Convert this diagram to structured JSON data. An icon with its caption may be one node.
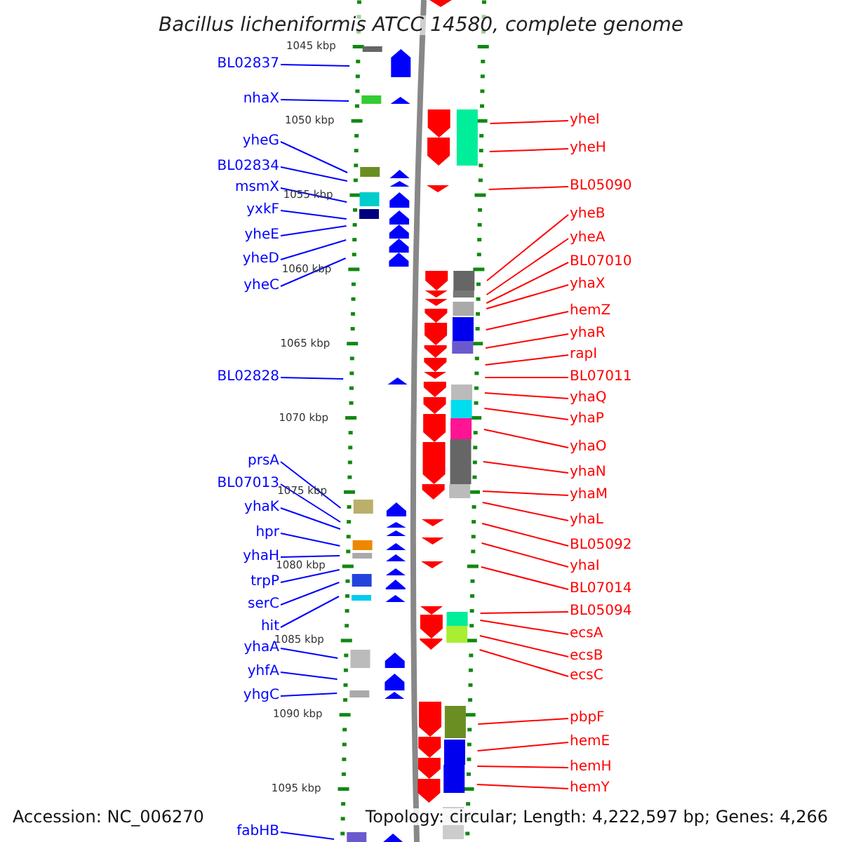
{
  "diagram": {
    "title": "Bacillus licheniformis ATCC 14580, complete genome",
    "nodes": [
      {
        "text": [
          "BL02837"
        ]
      },
      {
        "text": [
          "nhaX"
        ]
      },
      {
        "text": [
          "yheG"
        ]
      },
      {
        "text": [
          "BL02834"
        ]
      },
      {
        "text": [
          "msmX"
        ]
      },
      {
        "text": [
          "yxkF"
        ]
      },
      {
        "text": [
          "yheE"
        ]
      },
      {
        "text": [
          "yheD"
        ]
      },
      {
        "text": [
          "yheC"
        ]
      },
      {
        "text": [
          "BL02828"
        ]
      },
      {
        "text": [
          "prsA"
        ]
      },
      {
        "text": [
          "BL07013"
        ]
      },
      {
        "text": [
          "yhaK"
        ]
      },
      {
        "text": [
          "hpr"
        ]
      },
      {
        "text": [
          "yhaH"
        ]
      },
      {
        "text": [
          "trpP"
        ]
      },
      {
        "text": [
          "serC"
        ]
      },
      {
        "text": [
          "hit"
        ]
      },
      {
        "text": [
          "yhaA"
        ]
      },
      {
        "text": [
          "yhfA"
        ]
      },
      {
        "text": [
          "yhgC"
        ]
      },
      {
        "text": [
          "fabHB"
        ]
      },
      {
        "text": [
          "yheI"
        ]
      },
      {
        "text": [
          "yheH"
        ]
      },
      {
        "text": [
          "BL05090"
        ]
      },
      {
        "text": [
          "yheB"
        ]
      },
      {
        "text": [
          "yheA"
        ]
      },
      {
        "text": [
          "BL07010"
        ]
      },
      {
        "text": [
          "yhaX"
        ]
      },
      {
        "text": [
          "hemZ"
        ]
      },
      {
        "text": [
          "yhaR"
        ]
      },
      {
        "text": [
          "rapI"
        ]
      },
      {
        "text": [
          "BL07011"
        ]
      },
      {
        "text": [
          "yhaQ"
        ]
      },
      {
        "text": [
          "yhaP"
        ]
      },
      {
        "text": [
          "yhaO"
        ]
      },
      {
        "text": [
          "yhaN"
        ]
      },
      {
        "text": [
          "yhaM"
        ]
      },
      {
        "text": [
          "yhaL"
        ]
      },
      {
        "text": [
          "BL05092"
        ]
      },
      {
        "text": [
          "yhaI"
        ]
      },
      {
        "text": [
          "BL07014"
        ]
      },
      {
        "text": [
          "BL05094"
        ]
      },
      {
        "text": [
          "ecsA"
        ]
      },
      {
        "text": [
          "ecsB"
        ]
      },
      {
        "text": [
          "ecsC"
        ]
      },
      {
        "text": [
          "pbpF"
        ]
      },
      {
        "text": [
          "hemE"
        ]
      },
      {
        "text": [
          "hemH"
        ]
      },
      {
        "text": [
          "hemY"
        ]
      }
    ],
    "edges": [
      {
        "from": 0,
        "to": null,
        "arrow": "none",
        "color": "#0000ff"
      },
      {
        "from": 1,
        "to": null,
        "arrow": "none",
        "color": "#0000ff"
      },
      {
        "from": 2,
        "to": null,
        "arrow": "none",
        "color": "#0000ff"
      },
      {
        "from": 3,
        "to": null,
        "arrow": "none",
        "color": "#0000ff"
      },
      {
        "from": 4,
        "to": null,
        "arrow": "none",
        "color": "#0000ff"
      },
      {
        "from": 5,
        "to": null,
        "arrow": "none",
        "color": "#0000ff"
      },
      {
        "from": 6,
        "to": null,
        "arrow": "none",
        "color": "#0000ff"
      },
      {
        "from": 7,
        "to": null,
        "arrow": "none",
        "color": "#0000ff"
      },
      {
        "from": 8,
        "to": null,
        "arrow": "none",
        "color": "#0000ff"
      },
      {
        "from": 9,
        "to": null,
        "arrow": "none",
        "color": "#0000ff"
      },
      {
        "from": 10,
        "to": null,
        "arrow": "none",
        "color": "#0000ff"
      },
      {
        "from": 11,
        "to": null,
        "arrow": "none",
        "color": "#0000ff"
      },
      {
        "from": 12,
        "to": null,
        "arrow": "none",
        "color": "#0000ff"
      },
      {
        "from": 13,
        "to": null,
        "arrow": "none",
        "color": "#0000ff"
      },
      {
        "from": 14,
        "to": null,
        "arrow": "none",
        "color": "#0000ff"
      },
      {
        "from": 15,
        "to": null,
        "arrow": "none",
        "color": "#0000ff"
      },
      {
        "from": 16,
        "to": null,
        "arrow": "none",
        "color": "#0000ff"
      },
      {
        "from": 17,
        "to": null,
        "arrow": "none",
        "color": "#0000ff"
      },
      {
        "from": 18,
        "to": null,
        "arrow": "none",
        "color": "#0000ff"
      },
      {
        "from": 19,
        "to": null,
        "arrow": "none",
        "color": "#0000ff"
      },
      {
        "from": 20,
        "to": null,
        "arrow": "none",
        "color": "#0000ff"
      },
      {
        "from": 21,
        "to": null,
        "arrow": "none",
        "color": "#0000ff"
      },
      {
        "from": 22,
        "to": null,
        "arrow": "none"
      },
      {
        "from": 23,
        "to": null,
        "arrow": "none"
      },
      {
        "from": 24,
        "to": null,
        "arrow": "none"
      },
      {
        "from": 25,
        "to": null,
        "arrow": "none"
      },
      {
        "from": 26,
        "to": null,
        "arrow": "none"
      },
      {
        "from": 27,
        "to": null,
        "arrow": "none"
      },
      {
        "from": 28,
        "to": null,
        "arrow": "none"
      },
      {
        "from": 29,
        "to": null,
        "arrow": "none"
      },
      {
        "from": 30,
        "to": null,
        "arrow": "none"
      },
      {
        "from": 31,
        "to": null,
        "arrow": "none"
      },
      {
        "from": 32,
        "to": null,
        "arrow": "none"
      },
      {
        "from": 33,
        "to": null,
        "arrow": "none"
      },
      {
        "from": 34,
        "to": null,
        "arrow": "none"
      },
      {
        "from": 35,
        "to": null,
        "arrow": "none"
      },
      {
        "from": 36,
        "to": null,
        "arrow": "none"
      },
      {
        "from": 37,
        "to": null,
        "arrow": "none"
      },
      {
        "from": 38,
        "to": null,
        "arrow": "none"
      },
      {
        "from": 39,
        "to": null,
        "arrow": "none"
      },
      {
        "from": 40,
        "to": null,
        "arrow": "none"
      },
      {
        "from": 41,
        "to": null,
        "arrow": "none"
      },
      {
        "from": 42,
        "to": null,
        "arrow": "none"
      },
      {
        "from": 43,
        "to": null,
        "arrow": "none"
      },
      {
        "from": 44,
        "to": null,
        "arrow": "none"
      },
      {
        "from": 45,
        "to": null,
        "arrow": "none"
      },
      {
        "from": 46,
        "to": null,
        "arrow": "none"
      },
      {
        "from": 47,
        "to": null,
        "arrow": "none"
      },
      {
        "from": 48,
        "to": null,
        "arrow": "none"
      },
      {
        "from": 49,
        "to": null,
        "arrow": "none"
      }
    ],
    "labels": [
      "1045 kbp",
      "1050 kbp",
      "1055 kbp",
      "1060 kbp",
      "1065 kbp",
      "1070 kbp",
      "1075 kbp",
      "1080 kbp",
      "1085 kbp",
      "1090 kbp",
      "1095 kbp",
      "Accession: NC_006270",
      "Topology: circular; Length: 4,222,597 bp; Genes: 4,266"
    ]
  }
}
